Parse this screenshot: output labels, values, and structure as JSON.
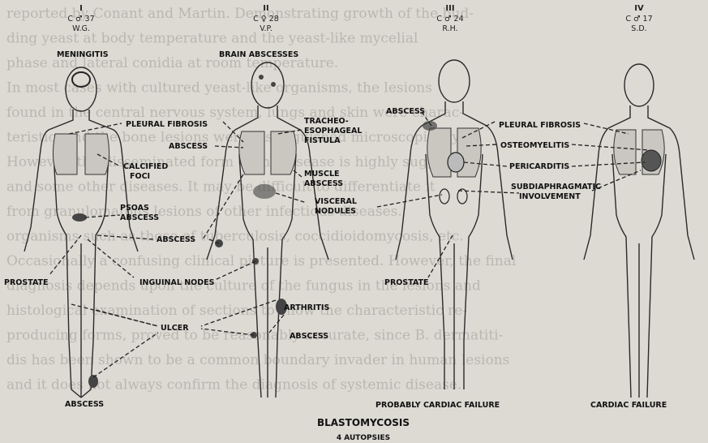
{
  "figure": {
    "title": "BLASTOMYCOSIS",
    "subtitle": "4 AUTOPSIES"
  },
  "cases": [
    {
      "numeral": "I",
      "sex_age": "C ♂ 37",
      "initials": "W.G."
    },
    {
      "numeral": "II",
      "sex_age": "C ♀ 28",
      "initials": "V.P."
    },
    {
      "numeral": "III",
      "sex_age": "C ♂ 24",
      "initials": "R.H."
    },
    {
      "numeral": "IV",
      "sex_age": "C ♂ 17",
      "initials": "S.D."
    }
  ],
  "labels": {
    "meningitis": "MENINGITIS",
    "brain_abscesses": "BRAIN ABSCESSES",
    "pleural_fibrosis_1": "PLEURAL FIBROSIS",
    "tracheo_1": "TRACHEO-",
    "tracheo_2": "ESOPHAGEAL",
    "tracheo_3": "FISTULA",
    "abscess_lung": "ABSCESS",
    "calcified_1": "CALCIFIED",
    "calcified_2": "FOCI",
    "muscle_1": "MUSCLE",
    "muscle_2": "ABSCESS",
    "visceral_1": "VISCERAL",
    "visceral_2": "NODULES",
    "psoas_1": "PSOAS",
    "psoas_2": "ABSCESS",
    "abscess_hip": "ABSCESS",
    "prostate_1": "PROSTATE",
    "inguinal": "INGUINAL NODES",
    "arthritis": "ARTHRITIS",
    "ulcer": "ULCER",
    "abscess_knee": "ABSCESS",
    "abscess_foot": "ABSCESS",
    "abscess_3": "ABSCESS",
    "pleural_fibrosis_2": "PLEURAL FIBROSIS",
    "osteomyelitis": "OSTEOMYELITIS",
    "pericarditis": "PERICARDITIS",
    "subdia_1": "SUBDIAPHRAGMATIC",
    "subdia_2": "INVOLVEMENT",
    "prostate_2": "PROSTATE",
    "cardiac_3": "PROBABLY CARDIAC FAILURE",
    "cardiac_4": "CARDIAC   FAILURE"
  },
  "background_text": [
    "reported by Conant and Martin. Demonstrating growth of the bud-",
    "ding yeast at body temperature and the yeast-like mycelial",
    "phase and lateral conidia at room temperature.",
    "In most cases with cultured yeast-like organisms, the lesions",
    "found in the central nervous system, lungs and skin were charac-",
    "teristic, and the bone lesions were distinguished microscopically.",
    "However, the disseminated form of the disease is highly suggestive",
    "and some other diseases. It may be difficult to differentiate it",
    "from granulomatous lesions of other infectious diseases.",
    "organisms such as those of tuberculosis, coccidioidomycosis, etc.",
    "Occasionally a confusing clinical picture is presented. However, the final",
    "diagnosis depends upon the culture of the fungus in the lesions and",
    "histological examination of sections to show the characteristic re-",
    "producing forms, proved to be reasonably accurate, since B. dermatiti-",
    "dis has been shown to be a common boundary invader in human lesions",
    "and it does not always confirm the diagnosis of systemic disease."
  ]
}
